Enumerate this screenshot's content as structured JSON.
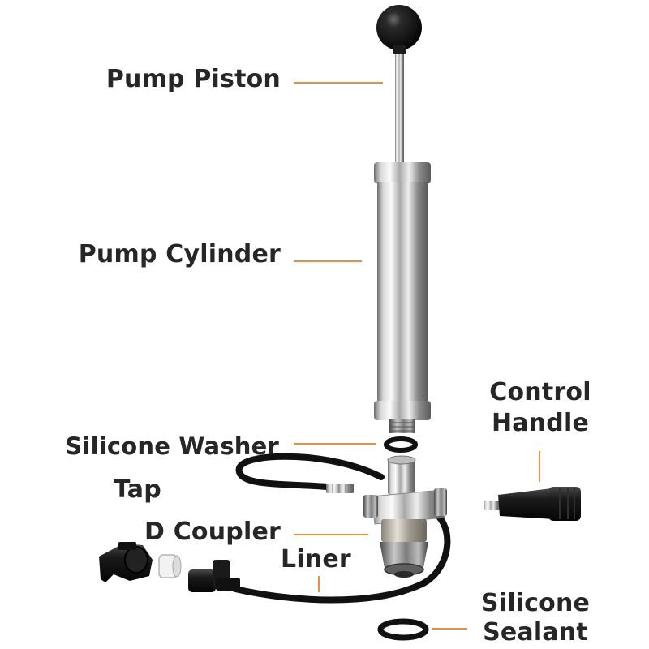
{
  "diagram": {
    "accent_color": "#e8913a",
    "text_color": "#262626",
    "labels": {
      "pump_piston": "Pump Piston",
      "pump_cylinder": "Pump Cylinder",
      "control_line1": "Control",
      "control_line2": "Handle",
      "silicone_washer": "Silicone Washer",
      "tap": "Tap",
      "d_coupler": "D Coupler",
      "liner": "Liner",
      "sealant_line1": "Silicone",
      "sealant_line2": "Sealant"
    },
    "parts": [
      "pump-piston-knob",
      "pump-piston-rod",
      "pump-cylinder",
      "silicone-washer",
      "d-coupler",
      "control-handle",
      "beer-line-hose",
      "tap",
      "liner",
      "silicone-sealant"
    ]
  }
}
